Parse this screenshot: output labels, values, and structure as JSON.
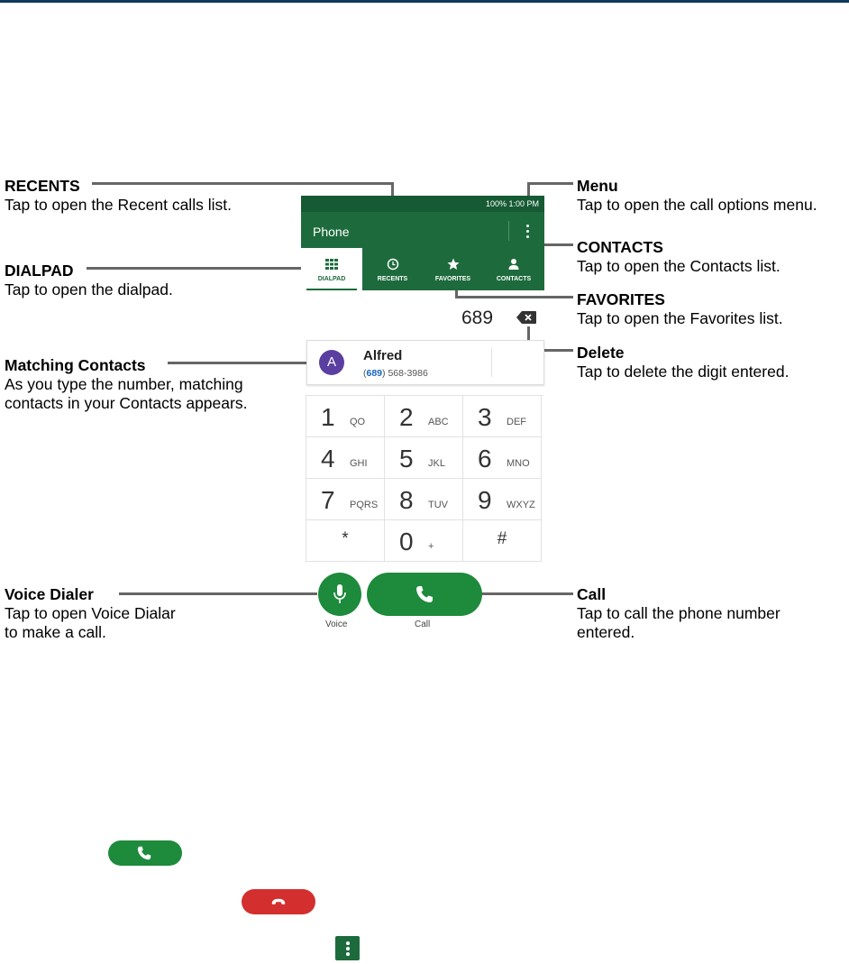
{
  "callouts": {
    "recents": {
      "title": "RECENTS",
      "desc": "Tap to open the Recent calls list."
    },
    "dialpad": {
      "title": "DIALPAD",
      "desc": "Tap to open the dialpad."
    },
    "matching": {
      "title": "Matching Contacts",
      "desc": "As you type the number, matching\ncontacts in your Contacts appears."
    },
    "voice": {
      "title": "Voice Dialer",
      "desc": "Tap to open Voice Dialar\nto make a call."
    },
    "menu": {
      "title": "Menu",
      "desc": "Tap to open the call options menu."
    },
    "contacts": {
      "title": "CONTACTS",
      "desc": "Tap to open the Contacts list."
    },
    "favorites": {
      "title": "FAVORITES",
      "desc": "Tap to open the Favorites list."
    },
    "delete": {
      "title": "Delete",
      "desc": "Tap to delete the digit entered."
    },
    "call": {
      "title": "Call",
      "desc": "Tap to call the phone number\nentered."
    }
  },
  "phone": {
    "status_text": "100%  1:00 PM",
    "app_title": "Phone",
    "tabs": {
      "dialpad": "DIALPAD",
      "recents": "RECENTS",
      "favorites": "FAVORITES",
      "contacts": "CONTACTS"
    },
    "dialed_digits": "689",
    "contact": {
      "initial": "A",
      "name": "Alfred",
      "number_match": "689",
      "number_open": "(",
      "number_close": ")",
      "number_rest": " 568-3986"
    },
    "keys": [
      {
        "num": "1",
        "letters": "QO"
      },
      {
        "num": "2",
        "letters": "ABC"
      },
      {
        "num": "3",
        "letters": "DEF"
      },
      {
        "num": "4",
        "letters": "GHI"
      },
      {
        "num": "5",
        "letters": "JKL"
      },
      {
        "num": "6",
        "letters": "MNO"
      },
      {
        "num": "7",
        "letters": "PQRS"
      },
      {
        "num": "8",
        "letters": "TUV"
      },
      {
        "num": "9",
        "letters": "WXYZ"
      },
      {
        "num": "*",
        "letters": ""
      },
      {
        "num": "0",
        "letters": "+"
      },
      {
        "num": "#",
        "letters": ""
      }
    ],
    "voice_label": "Voice",
    "call_label": "Call"
  },
  "colors": {
    "app_green": "#1d6b3c",
    "call_green": "#1e8a3c",
    "end_red": "#d32f2f",
    "contact_purple": "#5b3fa0"
  }
}
